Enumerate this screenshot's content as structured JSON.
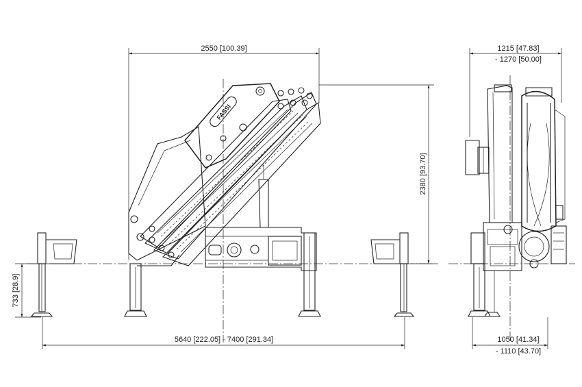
{
  "dimensions": {
    "overall_length": "2550  [100.39]",
    "overall_height": "2380  [93.70]",
    "outrigger_height": "733  [28.9]",
    "outrigger_span": "5640  [222.05]  -  7400  [291.34]",
    "side_width_top_1": "1215   [47.83]",
    "side_width_top_2": "- 1270  [50.00]",
    "side_width_bottom_1": "1050   [41.34]",
    "side_width_bottom_2": "- 1110  [43.70]"
  },
  "logo_text": "FASSI"
}
